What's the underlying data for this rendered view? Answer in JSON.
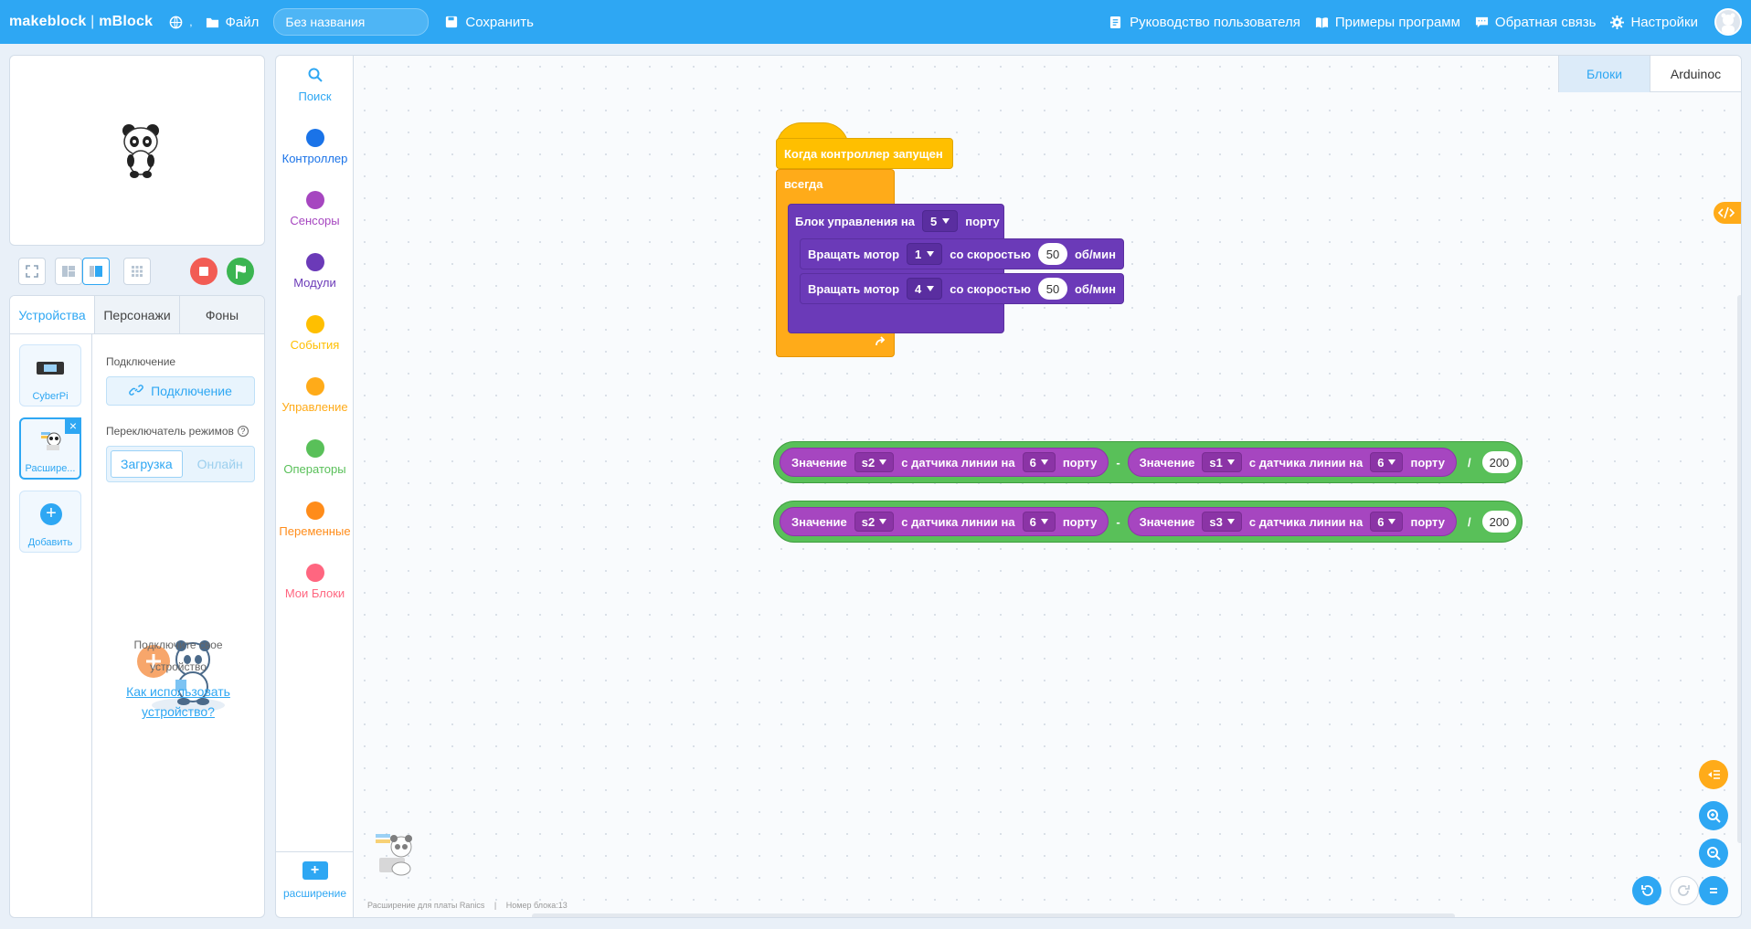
{
  "topbar": {
    "logo_brand": "makeblock",
    "logo_product": "mBlock",
    "file_menu": "Файл",
    "project_name": "Без названия",
    "save": "Сохранить",
    "user_guide": "Руководство пользователя",
    "examples": "Примеры программ",
    "feedback": "Обратная связь",
    "settings": "Настройки"
  },
  "left": {
    "tabs": [
      "Устройства",
      "Персонажи",
      "Фоны"
    ],
    "devices": [
      {
        "label": "CyberPi"
      },
      {
        "label": "Расшире..."
      }
    ],
    "add_label": "Добавить",
    "connection_heading": "Подключение",
    "connect_button": "Подключение",
    "mode_heading": "Переключатель режимов",
    "mode_upload": "Загрузка",
    "mode_live": "Онлайн",
    "empty_text_1": "Подключите свое",
    "empty_text_2": "устройство",
    "help_link_1": "Как использовать",
    "help_link_2": "устройство?"
  },
  "categories": [
    {
      "label": "Поиск",
      "color": "#2ea7f3",
      "icon": "search-icon"
    },
    {
      "label": "Контроллер",
      "color": "#1a73e8"
    },
    {
      "label": "Сенсоры",
      "color": "#a646c0"
    },
    {
      "label": "Модули",
      "color": "#6b3ab8"
    },
    {
      "label": "События",
      "color": "#ffbf00"
    },
    {
      "label": "Управление",
      "color": "#ffab19"
    },
    {
      "label": "Операторы",
      "color": "#59c059"
    },
    {
      "label": "Переменные",
      "color": "#ff8c1a"
    },
    {
      "label": "Мои Блоки",
      "color": "#ff6680"
    }
  ],
  "extension_label": "расширение",
  "code_tabs": [
    "Блоки",
    "Arduinoc"
  ],
  "script": {
    "hat": "Когда контроллер запущен",
    "forever": "всегда",
    "control_block": {
      "prefix": "Блок управления на",
      "port": "5",
      "suffix": "порту"
    },
    "motors": [
      {
        "prefix": "Вращать мотор",
        "motor": "1",
        "speed_label": "со скоростью",
        "speed": "50",
        "unit": "об/мин"
      },
      {
        "prefix": "Вращать мотор",
        "motor": "4",
        "speed_label": "со скоростью",
        "speed": "50",
        "unit": "об/мин"
      }
    ]
  },
  "expressions": [
    {
      "left": {
        "label": "Значение",
        "sensor": "s2",
        "mid": "с датчика линии на",
        "port": "6",
        "suffix": "порту"
      },
      "op": "-",
      "right": {
        "label": "Значение",
        "sensor": "s1",
        "mid": "с датчика линии на",
        "port": "6",
        "suffix": "порту"
      },
      "div": "/",
      "divisor": "200"
    },
    {
      "left": {
        "label": "Значение",
        "sensor": "s2",
        "mid": "с датчика линии на",
        "port": "6",
        "suffix": "порту"
      },
      "op": "-",
      "right": {
        "label": "Значение",
        "sensor": "s3",
        "mid": "с датчика линии на",
        "port": "6",
        "suffix": "порту"
      },
      "div": "/",
      "divisor": "200"
    }
  ],
  "status": {
    "ext_name": "Расширение для платы Ranics",
    "block_count": "Номер блока:13"
  }
}
